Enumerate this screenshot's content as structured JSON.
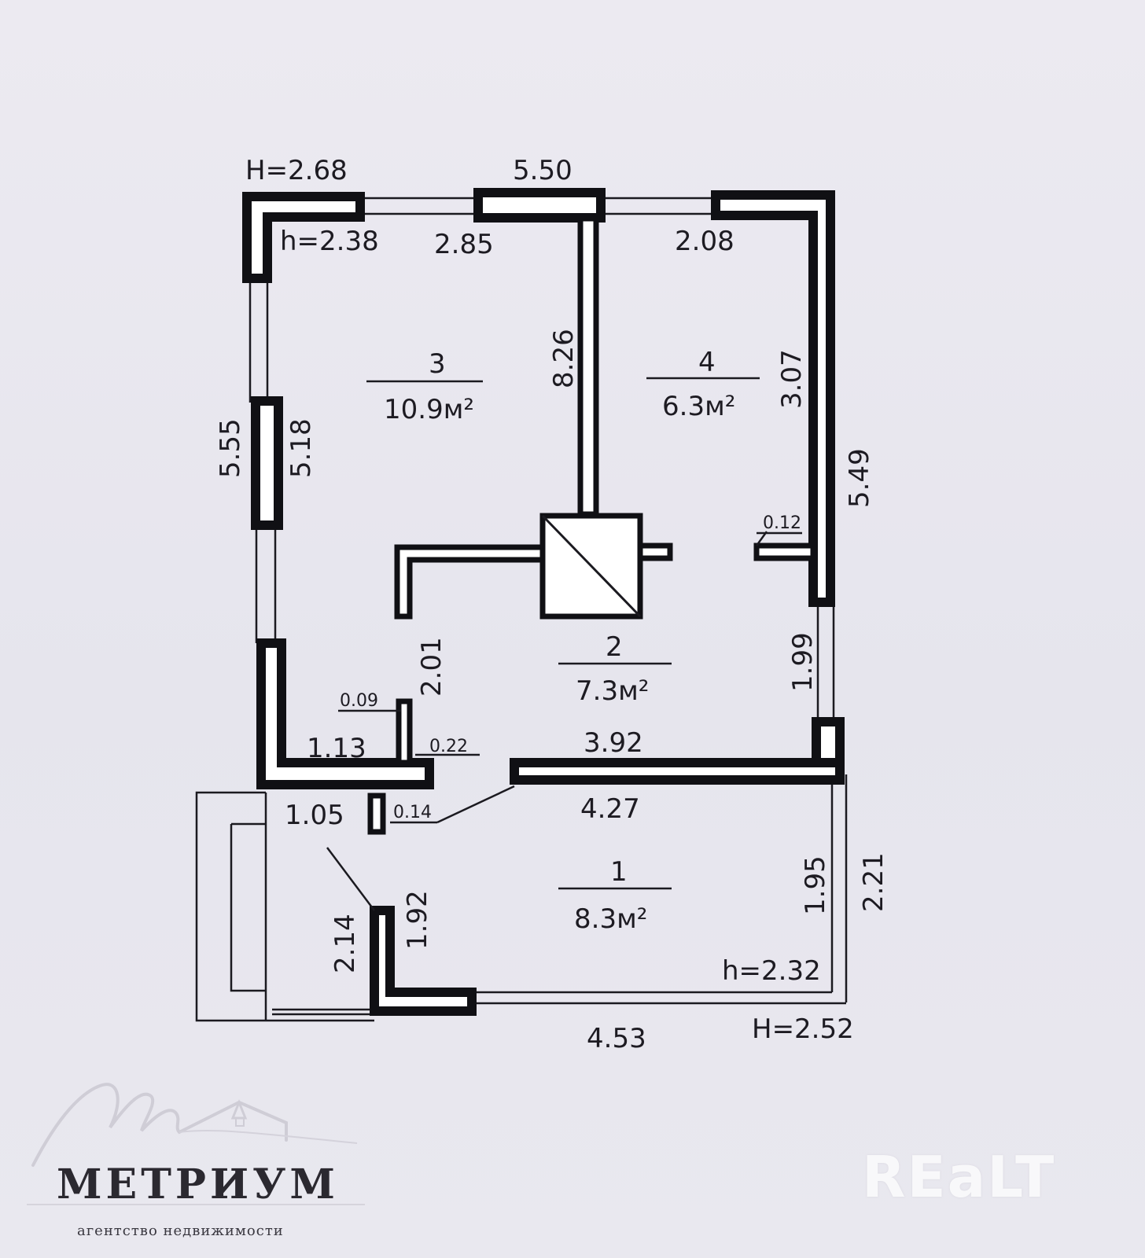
{
  "plan": {
    "heights": {
      "H_top": "H=2.68",
      "h_top": "h=2.38",
      "h_bottom": "h=2.32",
      "H_bottom": "H=2.52"
    },
    "dimensions": {
      "top_total": "5.50",
      "room3_top": "2.85",
      "room4_top": "2.08",
      "partition_3_4": "8.26",
      "room4_side": "3.07",
      "left_outer": "5.55",
      "left_inner": "5.18",
      "right_outer": "5.49",
      "stub_0_12": "0.12",
      "room2_side": "2.01",
      "small_0_09": "0.09",
      "room2_right": "1.99",
      "wall_1_13": "1.13",
      "small_0_22": "0.22",
      "room2_bottom": "3.92",
      "entry_1_05": "1.05",
      "small_0_14": "0.14",
      "room1_top": "4.27",
      "right_lower_outer": "2.21",
      "room1_right": "1.95",
      "entry_2_14": "2.14",
      "room1_left": "1.92",
      "bottom_total": "4.53"
    },
    "rooms": [
      {
        "number": "3",
        "area": "10.9м²"
      },
      {
        "number": "4",
        "area": "6.3м²"
      },
      {
        "number": "2",
        "area": "7.3м²"
      },
      {
        "number": "1",
        "area": "8.3м²"
      }
    ]
  },
  "branding": {
    "agency_name": "МЕТРИУМ",
    "agency_tagline": "агентство недвижимости",
    "watermark": "REaLT"
  }
}
